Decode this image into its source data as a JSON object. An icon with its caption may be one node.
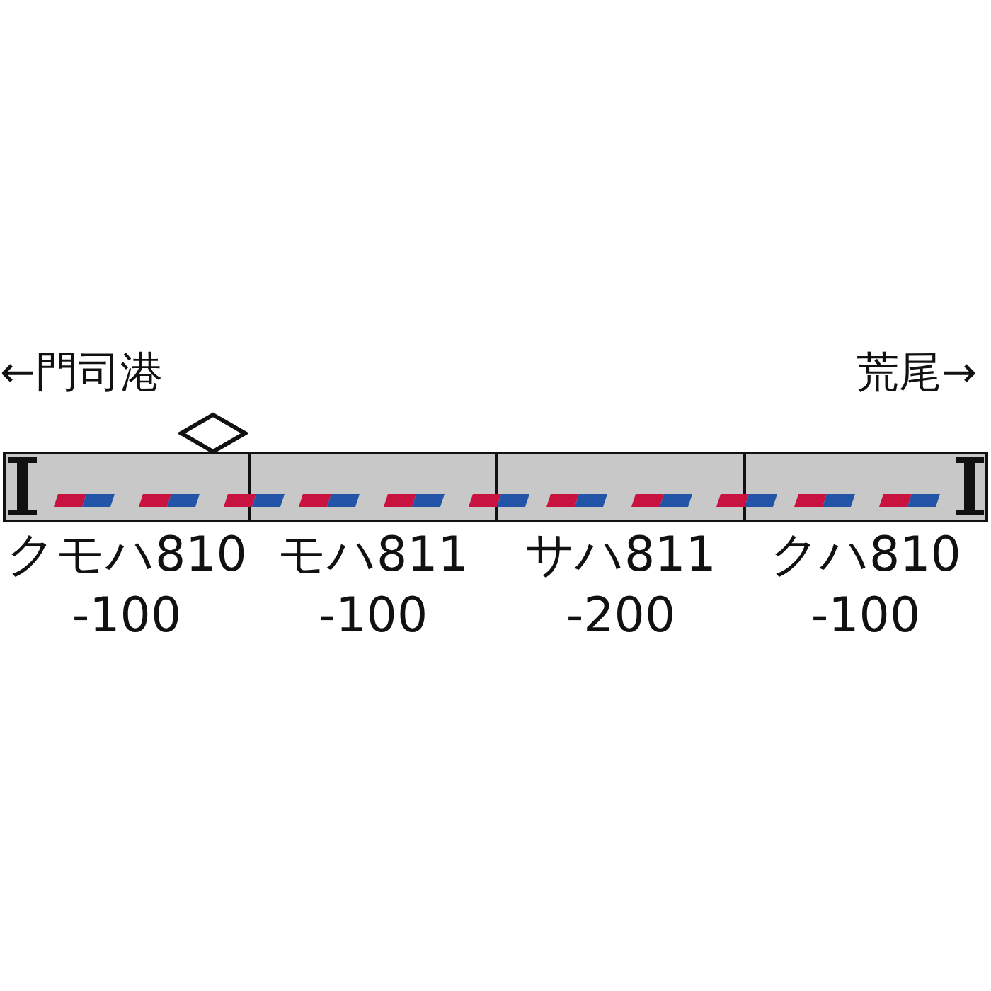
{
  "diagram": {
    "nodes": [
      {
        "text": [
          "クモハ810",
          "-100"
        ]
      },
      {
        "text": [
          "モハ811",
          "-100"
        ]
      },
      {
        "text": [
          "サハ811",
          "-200"
        ]
      },
      {
        "text": [
          "クハ810",
          "-100"
        ]
      }
    ],
    "labels": [
      "←門司港",
      "荒尾→"
    ]
  }
}
